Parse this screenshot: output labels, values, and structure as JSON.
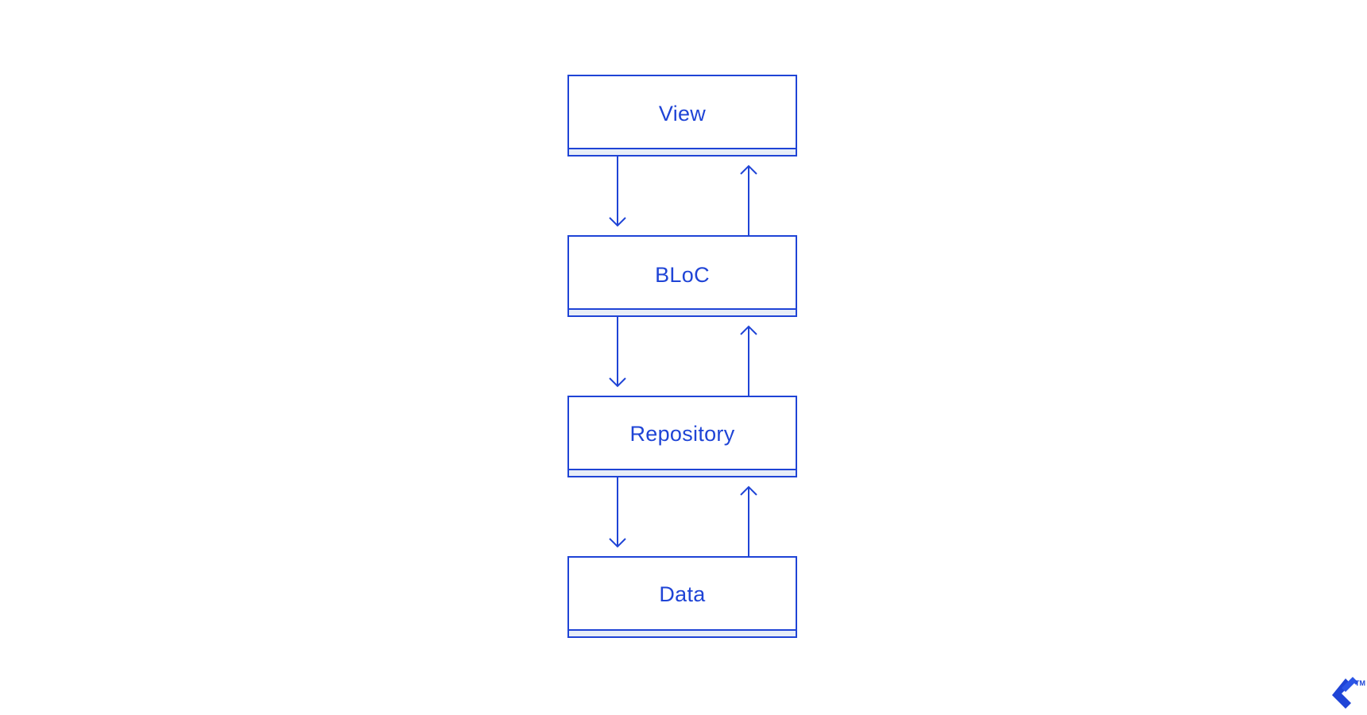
{
  "diagram": {
    "colors": {
      "stroke": "#1f44d6",
      "box_fill": "#ffffff",
      "bar_fill": "#e8eef8",
      "text": "#1f44d6"
    },
    "layers": [
      {
        "label": "View"
      },
      {
        "label": "BLoC"
      },
      {
        "label": "Repository"
      },
      {
        "label": "Data"
      }
    ],
    "connections": [
      {
        "from": "View",
        "to": "BLoC",
        "direction": "down"
      },
      {
        "from": "BLoC",
        "to": "View",
        "direction": "up"
      },
      {
        "from": "BLoC",
        "to": "Repository",
        "direction": "down"
      },
      {
        "from": "Repository",
        "to": "BLoC",
        "direction": "up"
      },
      {
        "from": "Repository",
        "to": "Data",
        "direction": "down"
      },
      {
        "from": "Data",
        "to": "Repository",
        "direction": "up"
      }
    ]
  },
  "logo": {
    "icon": "toptal-logo-icon",
    "trademark": "TM"
  }
}
